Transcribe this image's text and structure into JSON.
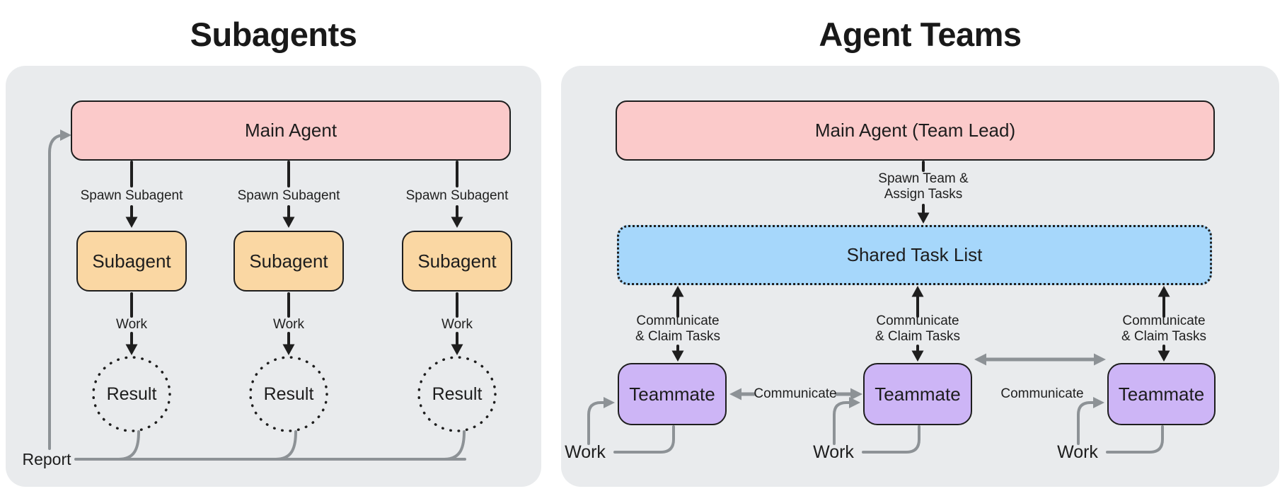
{
  "panels": {
    "subagents": {
      "title": "Subagents",
      "main_agent_label": "Main Agent",
      "spawn_edge_label": "Spawn Subagent",
      "subagent_label": "Subagent",
      "work_edge_label": "Work",
      "result_label": "Result",
      "report_label": "Report"
    },
    "agent_teams": {
      "title": "Agent Teams",
      "team_lead_label": "Main Agent (Team Lead)",
      "spawn_edge_label_line1": "Spawn Team &",
      "spawn_edge_label_line2": "Assign Tasks",
      "shared_task_list_label": "Shared Task List",
      "claim_edge_label_line1": "Communicate",
      "claim_edge_label_line2": "& Claim Tasks",
      "teammate_label": "Teammate",
      "communicate_edge_label": "Communicate",
      "work_edge_label": "Work"
    }
  },
  "colors": {
    "panel_background": "#E9EBED",
    "main_agent_fill": "#FBCACA",
    "subagent_fill": "#FAD7A3",
    "shared_task_list_fill": "#A6D7FB",
    "teammate_fill": "#CDB5F6",
    "node_stroke": "#1E1E1E",
    "connector_gray": "#8D9296",
    "connector_black": "#1E1E1E"
  }
}
